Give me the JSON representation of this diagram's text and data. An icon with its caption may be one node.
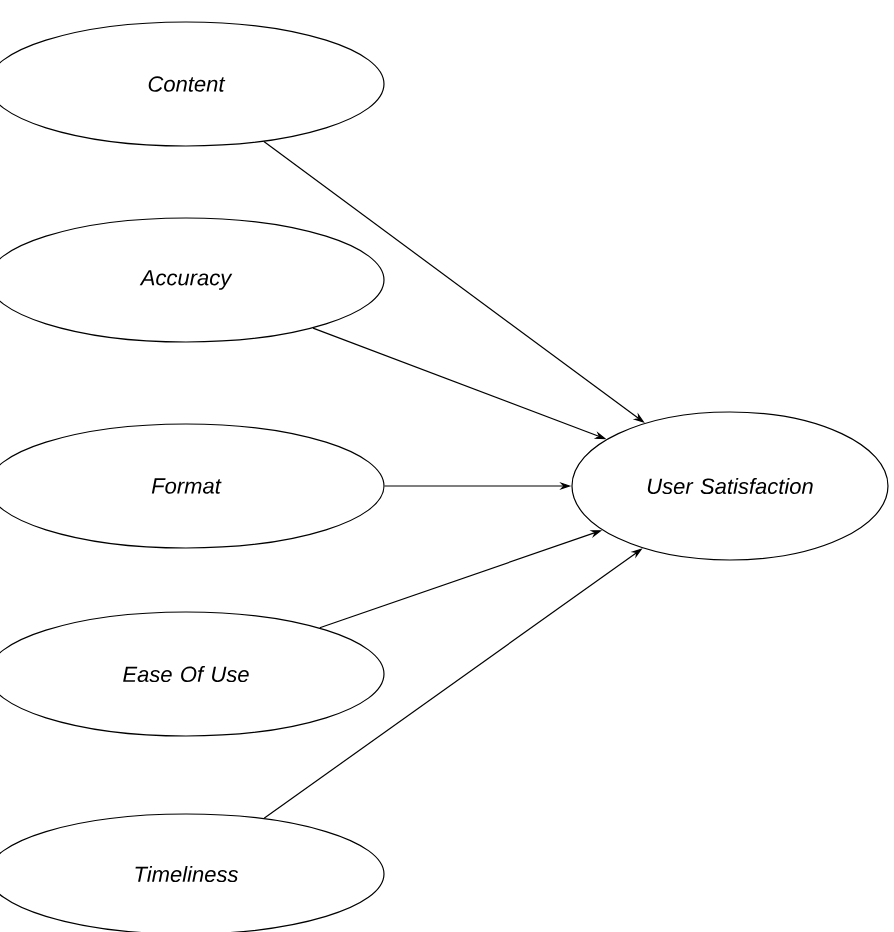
{
  "diagram": {
    "nodes": [
      {
        "text": [
          "Content"
        ]
      },
      {
        "text": [
          "Accuracy"
        ]
      },
      {
        "text": [
          "Format"
        ]
      },
      {
        "text": [
          "Ease Of Use"
        ]
      },
      {
        "text": [
          "Timeliness"
        ]
      },
      {
        "text": [
          "User Satisfaction"
        ]
      }
    ],
    "edges": [
      {
        "from": 0,
        "to": 5,
        "arrow": "to"
      },
      {
        "from": 1,
        "to": 5,
        "arrow": "to"
      },
      {
        "from": 2,
        "to": 5,
        "arrow": "to"
      },
      {
        "from": 3,
        "to": 5,
        "arrow": "to"
      },
      {
        "from": 4,
        "to": 5,
        "arrow": "to"
      }
    ]
  }
}
